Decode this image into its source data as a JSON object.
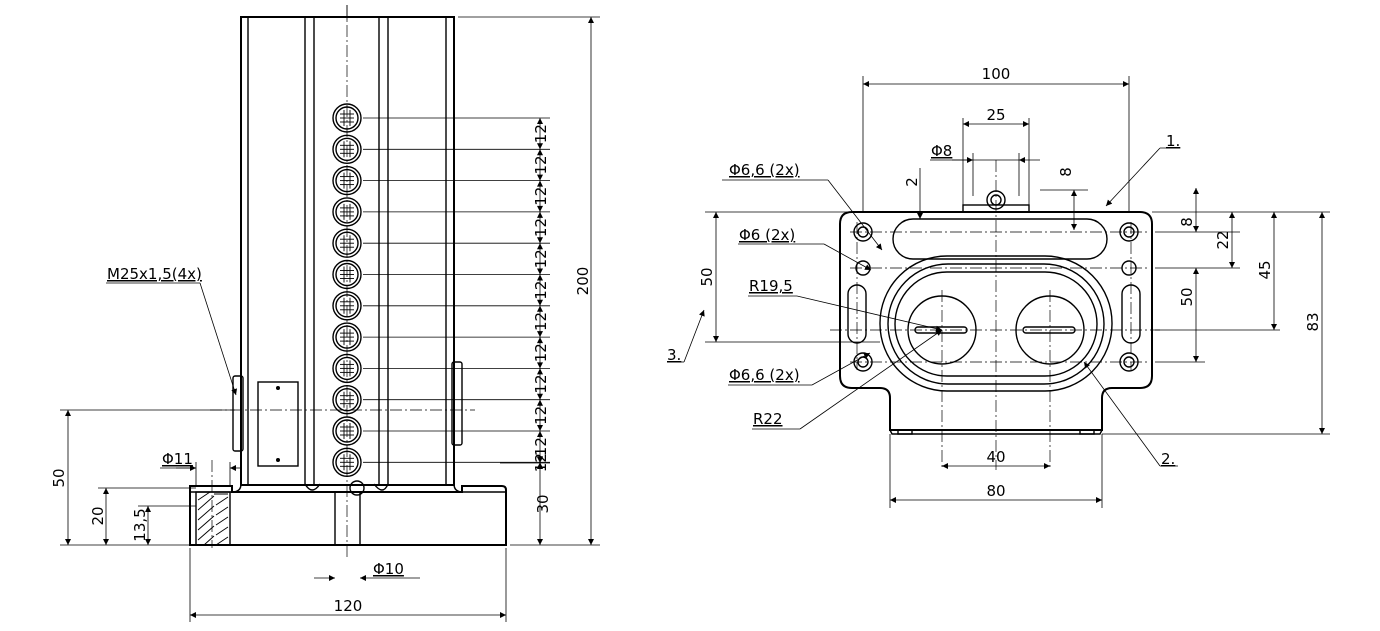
{
  "drawing": {
    "left_view": {
      "dims": {
        "height_total": "200",
        "base_height": "30",
        "pitch": "12",
        "width": "120",
        "bore": "Φ10",
        "hole_dia": "Φ11",
        "h50": "50",
        "h20": "20",
        "h13_5": "13,5",
        "thread": "M25x1,5(4x)"
      },
      "lamp_count": 12
    },
    "right_view": {
      "dims": {
        "w100": "100",
        "w25": "25",
        "d8": "Φ8",
        "v2": "2",
        "v8_top": "8",
        "hole_a": "Φ6,6 (2x)",
        "hole_b": "Φ6 (2x)",
        "left50": "50",
        "r19_5": "R19,5",
        "hole_c": "Φ6,6 (2x)",
        "r22": "R22",
        "w40": "40",
        "w80": "80",
        "r8": "8",
        "r22v": "22",
        "r50": "50",
        "r45": "45",
        "r83": "83"
      },
      "labels": {
        "l1": "1.",
        "l2": "2.",
        "l3": "3."
      }
    }
  }
}
